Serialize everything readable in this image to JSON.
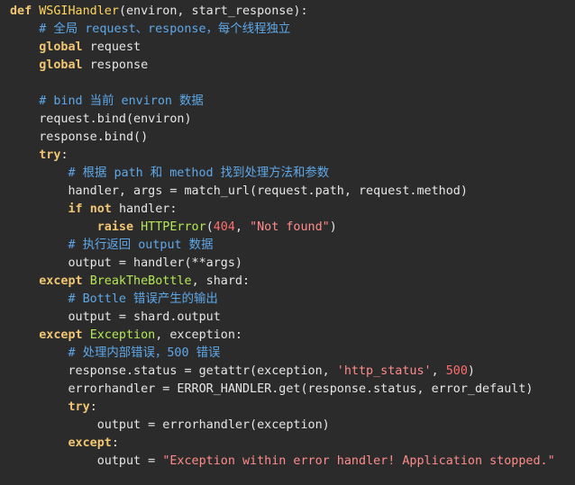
{
  "code": {
    "l1": {
      "kw": "def",
      "name": "WSGIHandler",
      "rest": "(environ, start_response):"
    },
    "l2": {
      "comment": "# 全局 request、response，每个线程独立"
    },
    "l3": {
      "kw": "global",
      "rest": "request"
    },
    "l4": {
      "kw": "global",
      "rest": "response"
    },
    "l6": {
      "comment": "# bind 当前 environ 数据"
    },
    "l7": {
      "text": "request.bind(environ)"
    },
    "l8": {
      "text": "response.bind()"
    },
    "l9": {
      "kw": "try",
      "rest": ":"
    },
    "l10": {
      "comment": "# 根据 path 和 method 找到处理方法和参数"
    },
    "l11": {
      "text": "handler, args = match_url(request.path, request.method)"
    },
    "l12": {
      "kw1": "if",
      "kw2": "not",
      "rest": "handler:"
    },
    "l13": {
      "kw": "raise",
      "cls": "HTTPError",
      "p1": "(",
      "num": "404",
      "p2": ", ",
      "str": "\"Not found\"",
      "p3": ")"
    },
    "l14": {
      "comment": "# 执行返回 output 数据"
    },
    "l15": {
      "text": "output = handler(**args)"
    },
    "l16": {
      "kw": "except",
      "cls": "BreakTheBottle",
      "rest": ", shard:"
    },
    "l17": {
      "comment": "# Bottle 错误产生的输出"
    },
    "l18": {
      "text": "output = shard.output"
    },
    "l19": {
      "kw": "except",
      "cls": "Exception",
      "rest": ", exception:"
    },
    "l20": {
      "comment": "# 处理内部错误，500 错误"
    },
    "l21": {
      "pre": "response.status = getattr(exception, ",
      "str": "'http_status'",
      "sep": ", ",
      "num": "500",
      "post": ")"
    },
    "l22": {
      "text": "errorhandler = ERROR_HANDLER.get(response.status, error_default)"
    },
    "l23": {
      "kw": "try",
      "rest": ":"
    },
    "l24": {
      "text": "output = errorhandler(exception)"
    },
    "l25": {
      "kw": "except",
      "rest": ":"
    },
    "l26": {
      "pre": "output = ",
      "str": "\"Exception within error handler! Application stopped.\""
    }
  }
}
